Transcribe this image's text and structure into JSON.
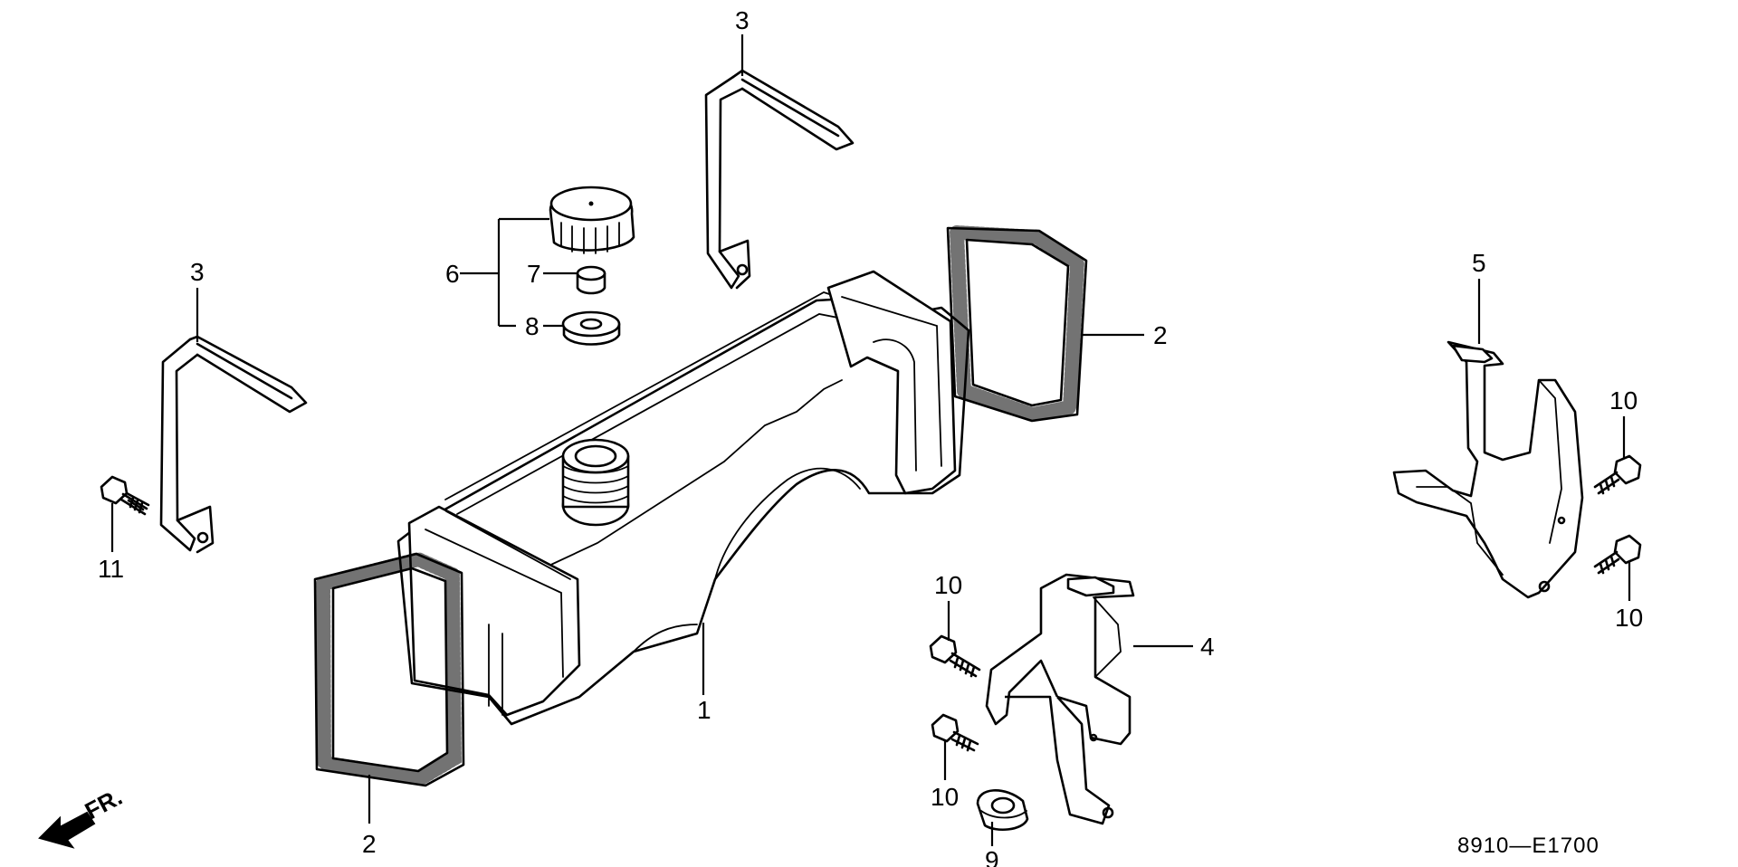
{
  "diagram_code": "8910—E1700",
  "front_indicator": "FR.",
  "callouts": {
    "tank": "1",
    "seal_left": "2",
    "seal_right": "2",
    "band_left": "3",
    "band_top": "3",
    "stay_right_lower": "4",
    "stay_right_upper": "5",
    "cap_assembly": "6",
    "cap_filter": "7",
    "cap_gasket": "8",
    "grommet": "9",
    "bolt_upper_left": "10",
    "bolt_lower_left": "10",
    "bolt_right_upper": "10",
    "bolt_right_lower": "10",
    "bolt_band": "11"
  }
}
